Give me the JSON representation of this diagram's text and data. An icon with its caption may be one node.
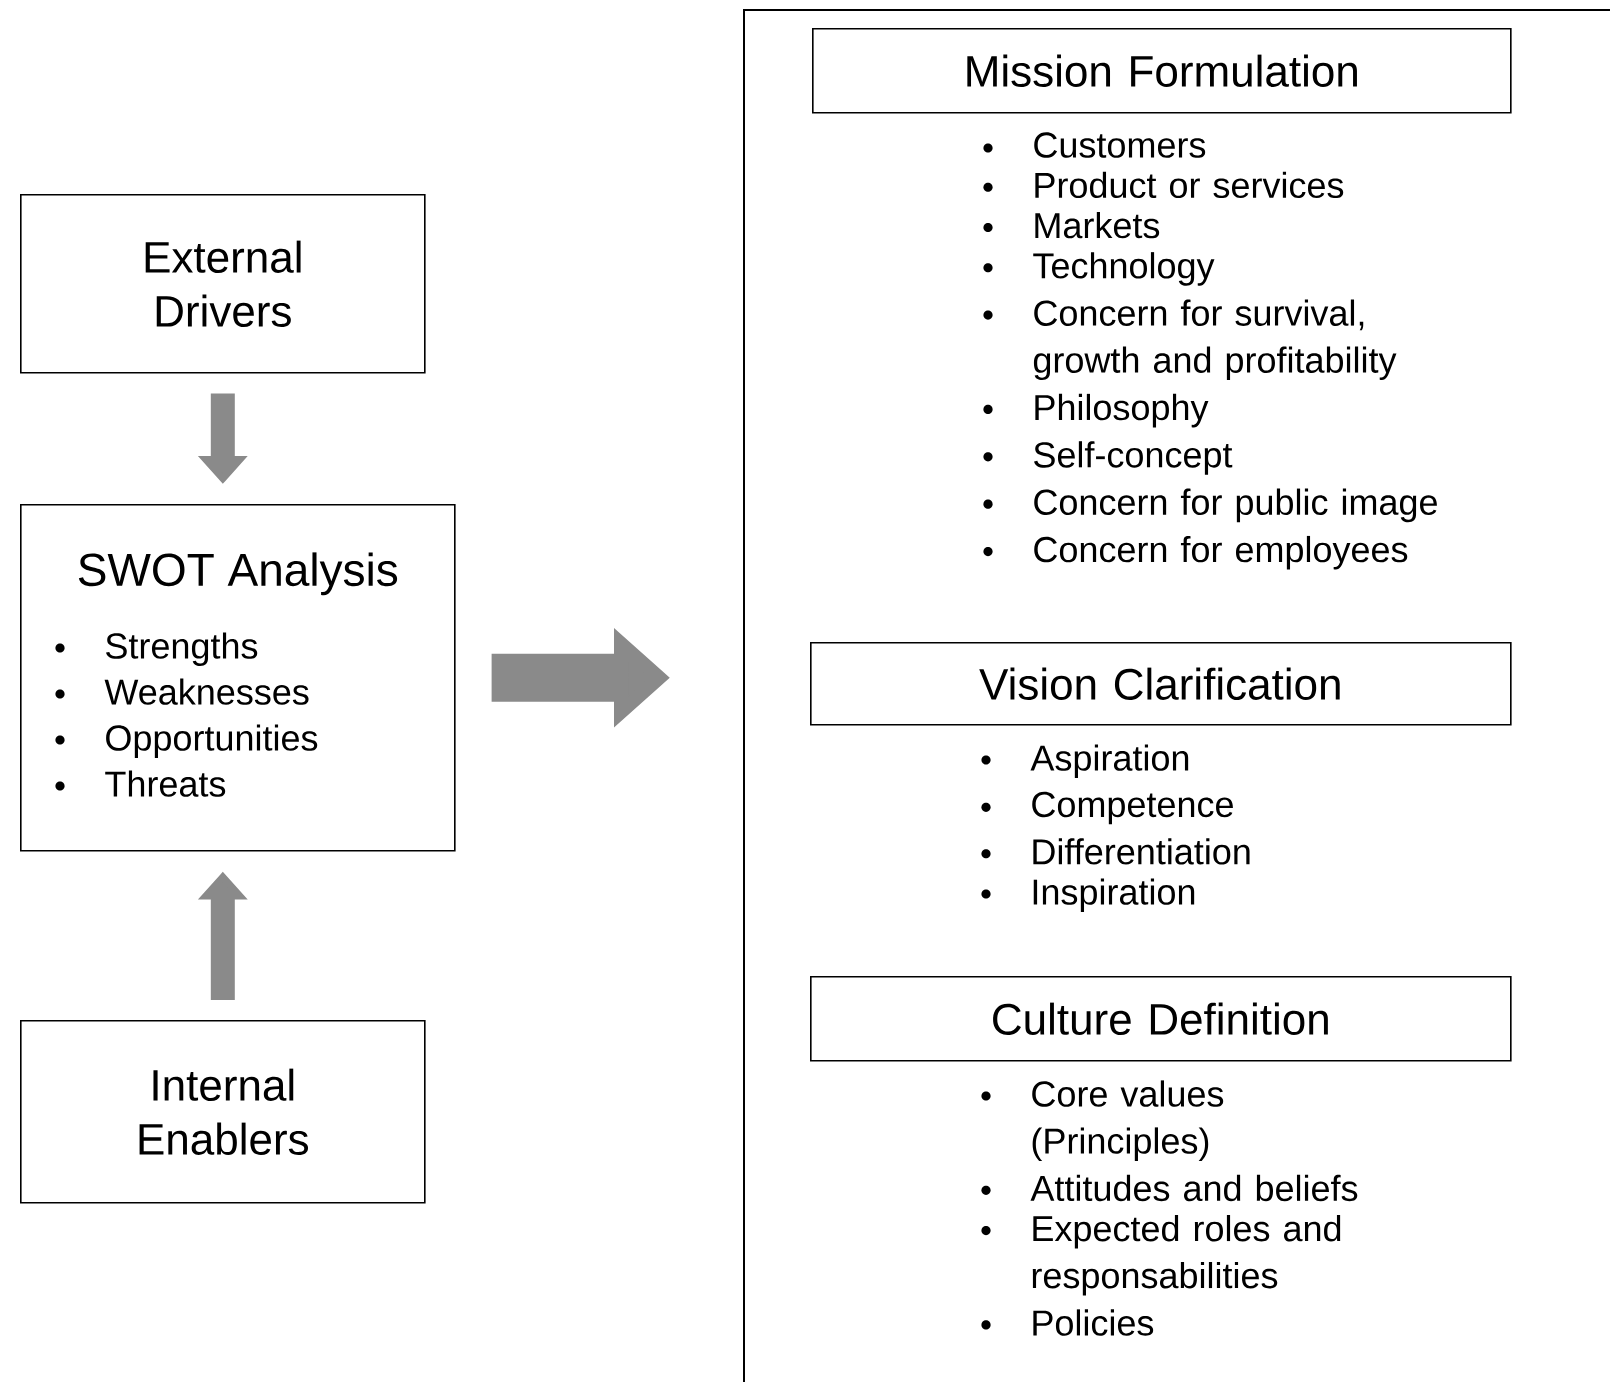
{
  "diagram": {
    "nodes": [
      {
        "text": [
          "External Drivers"
        ]
      },
      {
        "text": [
          "SWOT Analysis",
          "Strengths",
          "Weaknesses",
          "Opportunities",
          "Threats"
        ]
      },
      {
        "text": [
          "Internal Enablers"
        ]
      },
      {
        "text": [],
        "shape": "box"
      },
      {
        "text": [
          "Mission Formulation"
        ],
        "in": 3,
        "beside": [
          "Customers",
          "Product or services",
          "Markets",
          "Technology",
          "Concern for survival, growth and profitability",
          "Philosophy",
          "Self-concept",
          "Concern for public image",
          "Concern for employees"
        ]
      },
      {
        "text": [
          "Vision Clarification"
        ],
        "in": 3,
        "beside": [
          "Aspiration",
          "Competence",
          "Differentiation",
          "Inspiration"
        ]
      },
      {
        "text": [
          "Culture Definition"
        ],
        "in": 3,
        "beside": [
          "Core values (Principles)",
          "Attitudes and beliefs",
          "Expected roles and responsabilities",
          "Policies"
        ]
      }
    ],
    "edges": [
      {
        "from": 0,
        "to": 1,
        "arrow": "to"
      },
      {
        "from": 2,
        "to": 1,
        "arrow": "to"
      },
      {
        "from": 1,
        "to": 3,
        "arrow": "to",
        "style": "thick"
      }
    ]
  }
}
